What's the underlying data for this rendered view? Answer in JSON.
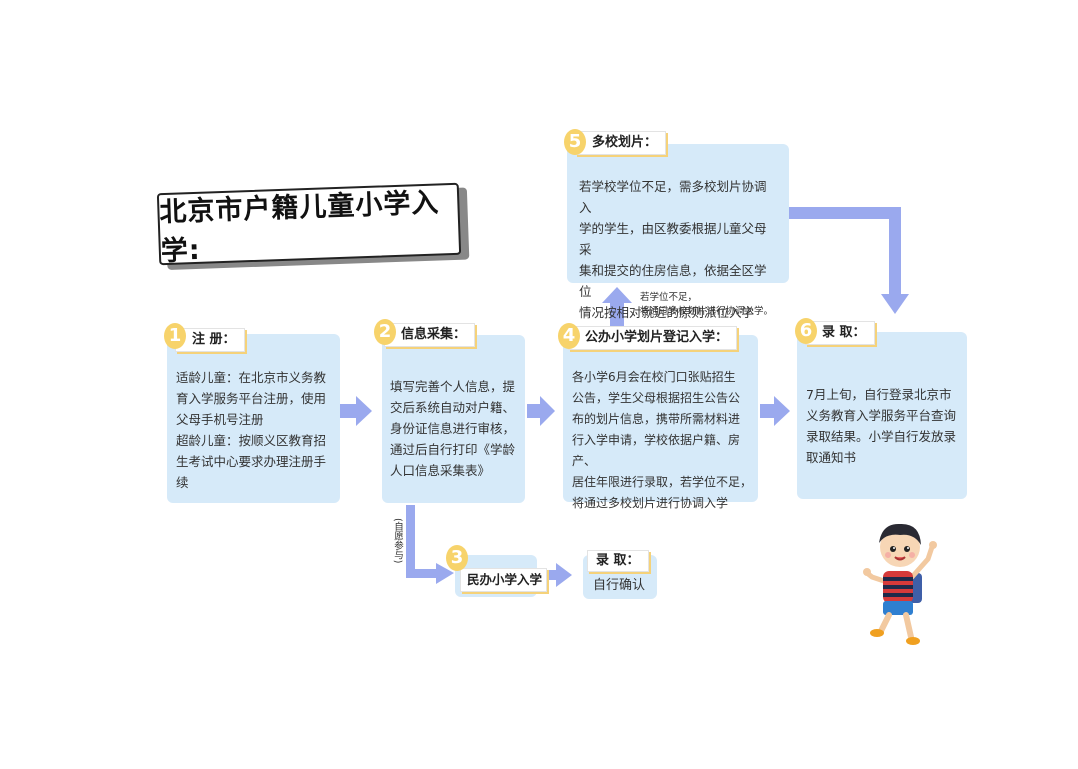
{
  "colors": {
    "card_bg": "#d6eaf9",
    "arrow": "#9aa9ee",
    "badge": "#f7d36b"
  },
  "title": "北京市户籍儿童小学入学:",
  "steps": {
    "s1": {
      "num": "1",
      "label": "注 册：",
      "body": "适龄儿童：在北京市义务教\n育入学服务平台注册，使用\n父母手机号注册\n超龄儿童：按顺义区教育招\n生考试中心要求办理注册手\n续"
    },
    "s2": {
      "num": "2",
      "label": "信息采集：",
      "body": "填写完善个人信息，提\n交后系统自动对户籍、\n身份证信息进行审核，\n通过后自行打印《学龄\n人口信息采集表》"
    },
    "s3": {
      "num": "3",
      "label": "民办小学入学"
    },
    "s3r": {
      "label": "录 取：",
      "body": "自行确认"
    },
    "s4": {
      "num": "4",
      "label": "公办小学划片登记入学：",
      "body": "各小学6月会在校门口张贴招生\n公告，学生父母根据招生公告公\n布的划片信息，携带所需材料进\n行入学申请，学校依据户籍、房产、\n居住年限进行录取，若学位不足，\n将通过多校划片进行协调入学"
    },
    "s5": {
      "num": "5",
      "label": "多校划片：",
      "body": "若学校学位不足，需多校划片协调入\n学的学生，由区教委根据儿童父母采\n集和提交的住房信息，依据全区学位\n情况按相对就近的原则派位入学"
    },
    "s6": {
      "num": "6",
      "label": "录 取：",
      "body": "7月上旬，自行登录北京市\n义务教育入学服务平台查询\n录取结果。小学自行发放录\n取通知书"
    }
  },
  "notes": {
    "up_arrow_note": "若学位不足，\n将通过多校划片进行协调入学。",
    "voluntary_note": "(自愿参与)"
  },
  "illustration": "cartoon-boy-icon"
}
